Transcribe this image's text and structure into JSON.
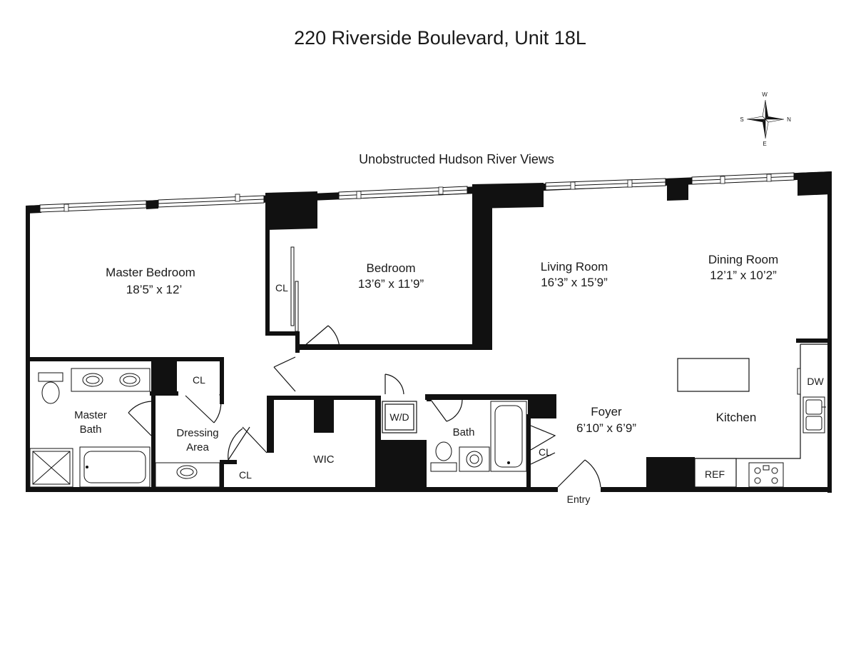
{
  "title": "220 Riverside Boulevard, Unit 18L",
  "view_label": "Unobstructed Hudson River Views",
  "compass": {
    "west": "W",
    "east": "E",
    "north": "N",
    "south": "S"
  },
  "rooms": {
    "master_bedroom": {
      "name": "Master Bedroom",
      "size": "18’5” x 12’"
    },
    "bedroom": {
      "name": "Bedroom",
      "size": "13’6” x 11’9”"
    },
    "living_room": {
      "name": "Living Room",
      "size": "16’3” x 15’9”"
    },
    "dining_room": {
      "name": "Dining Room",
      "size": "12’1” x 10’2”"
    },
    "foyer": {
      "name": "Foyer",
      "size": "6’10” x 6’9”"
    },
    "kitchen": {
      "name": "Kitchen"
    },
    "master_bath": {
      "name_line1": "Master",
      "name_line2": "Bath"
    },
    "dressing_area": {
      "name_line1": "Dressing",
      "name_line2": "Area"
    },
    "wic": {
      "name": "WIC"
    },
    "bath": {
      "name": "Bath"
    }
  },
  "fixtures": {
    "washer_dryer": "W/D",
    "dishwasher": "DW",
    "refrigerator": "REF",
    "entry": "Entry",
    "closet": "CL"
  }
}
